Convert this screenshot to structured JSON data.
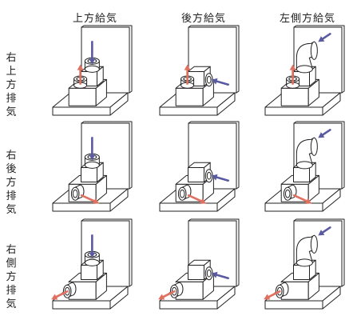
{
  "columns": {
    "top_supply": "上方給気",
    "rear_supply": "後方給気",
    "left_side_supply": "左側方給気"
  },
  "rows": {
    "right_top_exhaust": "右上方排気",
    "right_rear_exhaust": "右後方排気",
    "right_side_exhaust": "右側方排気"
  },
  "colors": {
    "supply_arrow": "#5a5aa0",
    "exhaust_arrow": "#e07060",
    "line": "#222222",
    "wall": "#ffffff"
  }
}
